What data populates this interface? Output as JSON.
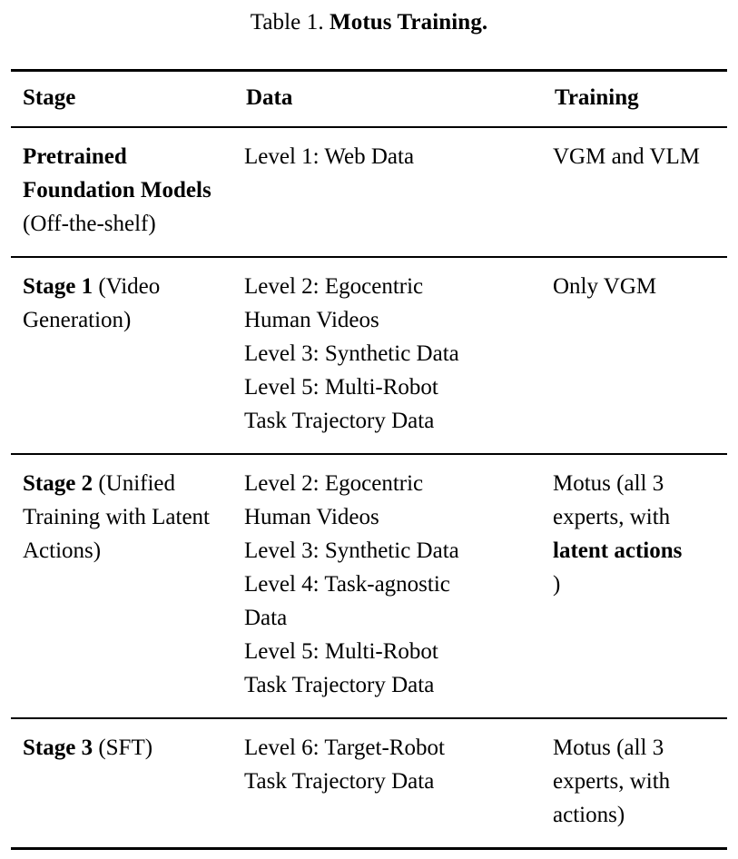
{
  "caption": {
    "prefix": "Table 1.",
    "bold_title": "Motus Training."
  },
  "table": {
    "columns": [
      "Stage",
      "Data",
      "Training"
    ],
    "rows": [
      {
        "stage_name": "Pretrained Foundation Models",
        "stage_qualifier": "(Off-the-shelf)",
        "data_lines": [
          "Level 1: Web Data"
        ],
        "training_lines": [
          "VGM and VLM"
        ],
        "training_bold_segment": "",
        "training_tail": ""
      },
      {
        "stage_name": "Stage 1",
        "stage_qualifier": "(Video Generation)",
        "data_lines": [
          "Level 2: Egocentric",
          "Human Videos",
          "Level 3: Synthetic Data",
          "Level 5: Multi-Robot",
          "Task Trajectory Data"
        ],
        "training_lines": [
          "Only VGM"
        ],
        "training_bold_segment": "",
        "training_tail": ""
      },
      {
        "stage_name": "Stage 2",
        "stage_qualifier": "(Unified Training with Latent Actions)",
        "data_lines": [
          "Level 2: Egocentric",
          "Human Videos",
          "Level 3: Synthetic Data",
          "Level 4: Task-agnostic",
          "Data",
          "Level 5: Multi-Robot",
          "Task Trajectory Data"
        ],
        "training_lines": [
          "Motus (all 3",
          "experts, with"
        ],
        "training_bold_segment": "latent actions",
        "training_tail": ")"
      },
      {
        "stage_name": "Stage 3",
        "stage_qualifier": "(SFT)",
        "data_lines": [
          "Level 6: Target-Robot",
          "Task Trajectory Data"
        ],
        "training_lines": [
          "Motus (all 3",
          "experts, with",
          "actions)"
        ],
        "training_bold_segment": "",
        "training_tail": ""
      }
    ]
  }
}
